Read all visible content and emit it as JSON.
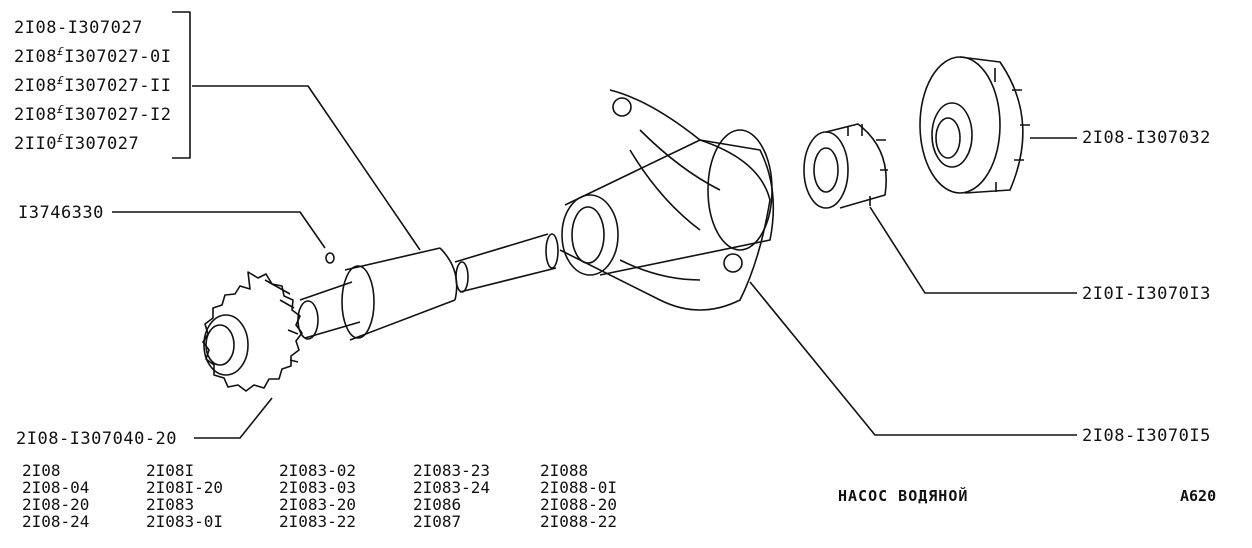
{
  "labels": {
    "group_pump_shaft": [
      {
        "main": "2I08-I307027",
        "sup": ""
      },
      {
        "main": "2I08",
        "sup": "£",
        "rest": "I307027-0I"
      },
      {
        "main": "2I08",
        "sup": "£",
        "rest": "I307027-II"
      },
      {
        "main": "2I08",
        "sup": "£",
        "rest": "I307027-I2"
      },
      {
        "main": "2II0",
        "sup": "£",
        "rest": "I307027"
      }
    ],
    "pin": "I3746330",
    "gear": "2I08-I307040-20",
    "cover": "2I08-I307032",
    "bearing": "2I0I-I3070I3",
    "housing": "2I08-I3070I5"
  },
  "models": [
    [
      "2I08",
      "2I08-04",
      "2I08-20",
      "2I08-24"
    ],
    [
      "2I08I",
      "2I08I-20",
      "2I083",
      "2I083-0I"
    ],
    [
      "2I083-02",
      "2I083-03",
      "2I083-20",
      "2I083-22"
    ],
    [
      "2I083-23",
      "2I083-24",
      "2I086",
      "2I087"
    ],
    [
      "2I088",
      "2I088-0I",
      "2I088-20",
      "2I088-22"
    ]
  ],
  "title": "НАСОС ВОДЯНОЙ",
  "sheet": "A620"
}
